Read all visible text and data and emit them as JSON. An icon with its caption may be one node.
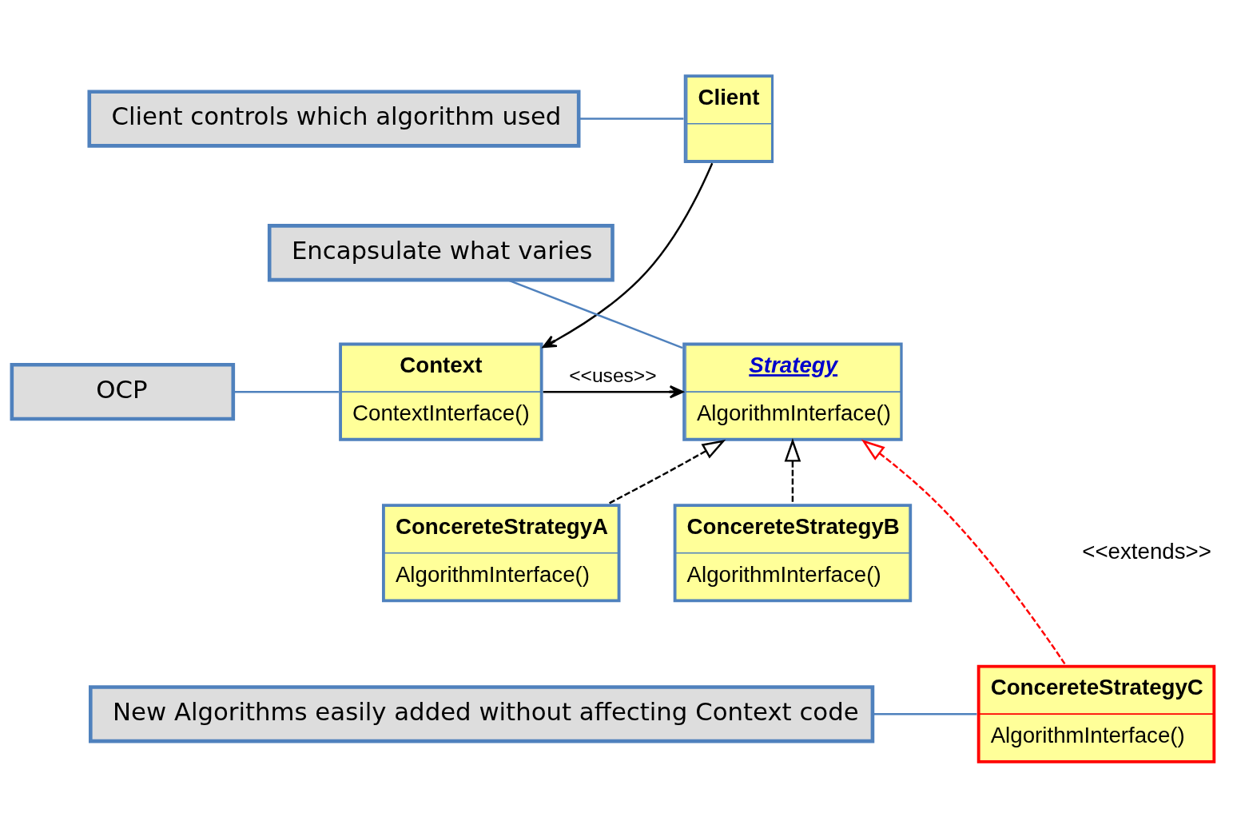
{
  "diagram": {
    "nodes": [
      {
        "text": [
          "Client"
        ]
      },
      {
        "text": [
          "Client controls which algorithm used"
        ]
      },
      {
        "text": [
          "Encapsulate what varies"
        ]
      },
      {
        "text": [
          "Context",
          "ContextInterface()"
        ]
      },
      {
        "text": [
          "OCP"
        ]
      },
      {
        "text": [
          "Strategy",
          "AlgorithmInterface()"
        ]
      },
      {
        "text": [
          "ConcereteStrategyA",
          "AlgorithmInterface()"
        ]
      },
      {
        "text": [
          "ConcereteStrategyB",
          "AlgorithmInterface()"
        ]
      },
      {
        "text": [
          "New Algorithms easily added without affecting Context code"
        ]
      },
      {
        "text": [
          "ConcereteStrategyC",
          "AlgorithmInterface()"
        ]
      }
    ],
    "edges": [
      {
        "from": 0,
        "to": 3,
        "arrow": "to"
      },
      {
        "from": 3,
        "to": 5,
        "label": "<<uses>>",
        "arrow": "to"
      },
      {
        "from": 6,
        "to": 5,
        "arrow": "to",
        "style": "dashed"
      },
      {
        "from": 7,
        "to": 5,
        "arrow": "to",
        "style": "dashed"
      },
      {
        "from": 9,
        "to": 5,
        "arrow": "to",
        "style": "dashed",
        "color": "#ff0000"
      },
      {
        "from": 1,
        "to": 0,
        "arrow": "none",
        "color": "#4f81bd"
      },
      {
        "from": 2,
        "to": 5,
        "arrow": "none",
        "color": "#4f81bd"
      },
      {
        "from": 4,
        "to": 3,
        "arrow": "none",
        "color": "#4f81bd"
      },
      {
        "from": 8,
        "to": 9,
        "arrow": "none",
        "color": "#4f81bd"
      }
    ],
    "labels": [
      "<<extends>>"
    ]
  }
}
